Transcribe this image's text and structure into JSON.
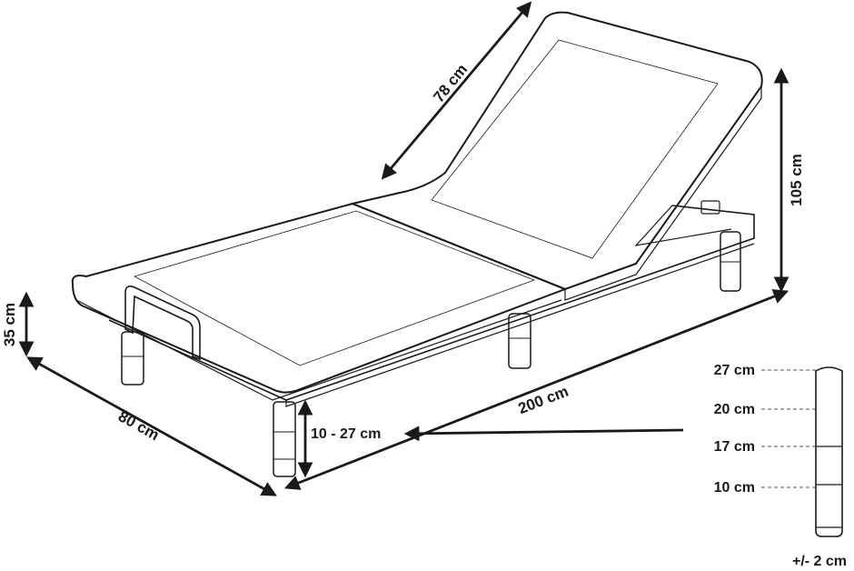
{
  "dimensions": {
    "backrest": "78 cm",
    "total_height": "105 cm",
    "frame_height": "35 cm",
    "width": "80 cm",
    "length": "200 cm",
    "leg_height": "10 - 27 cm"
  },
  "leg_scale": {
    "levels": [
      "27 cm",
      "20 cm",
      "17 cm",
      "10 cm"
    ],
    "tolerance": "+/- 2 cm"
  }
}
